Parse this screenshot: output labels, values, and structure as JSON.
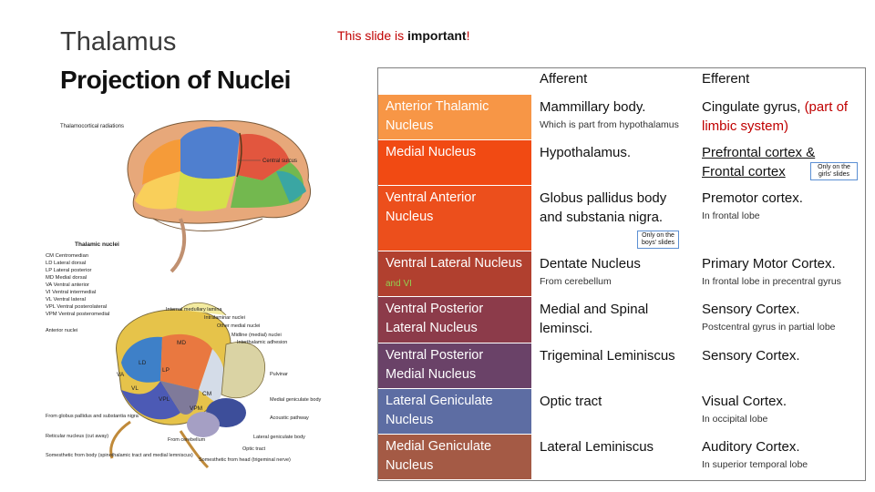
{
  "slide": {
    "title": "Thalamus",
    "subtitle": "Projection of Nuclei",
    "note_prefix": "This slide is ",
    "note_emphasis": "important",
    "note_suffix": "!"
  },
  "figure": {
    "labels": {
      "radiations": "Thalamocortical radiations",
      "central_sulcus": "Central sulcus",
      "key_title": "Thalamic nuclei",
      "anterior_nuclei": "Anterior nuclei",
      "internal_lamina": "Internal medullary lamina",
      "intralaminar": "Intralaminar nuclei",
      "other_medial": "Other medial nuclei",
      "midline": "Midline (medial) nuclei",
      "interthalamic": "Interthalamic adhesion",
      "pulvinar": "Pulvinar",
      "medial_geniculate": "Medial geniculate body",
      "acoustic": "Acoustic pathway",
      "lateral_geniculate": "Lateral geniculate body",
      "optic_tract": "Optic tract",
      "from_cerebellum": "From cerebellum",
      "globus_pallidus": "From globus pallidus and substantia nigra",
      "reticular": "Reticular nucleus (cut away)",
      "somesthetic_body": "Somesthetic from body (spinothalamic tract and medial lemniscus)",
      "somesthetic_head": "Somesthetic from head (trigeminal nerve)"
    },
    "key": [
      "CM  Centromedian",
      "LD  Lateral dorsal",
      "LP  Lateral posterior",
      "MD  Medial dorsal",
      "VA  Ventral anterior",
      "VI  Ventral intermedial",
      "VL  Ventral lateral",
      "VPL Ventral posterolateral",
      "VPM Ventral posteromedial"
    ],
    "nucleus_marks": [
      "MD",
      "LD",
      "LP",
      "VA",
      "VL",
      "VPL",
      "VPM",
      "CM"
    ]
  },
  "table": {
    "headers": [
      "",
      "Afferent",
      "Efferent"
    ],
    "rows": [
      {
        "nucleus": "Anterior Thalamic Nucleus",
        "nucleus_color": "#f79646",
        "afferent": "Mammillary body.",
        "afferent_sub": "Which is part from hypothalamus",
        "efferent": "Cingulate gyrus, ",
        "efferent_red": "(part of limbic system)",
        "efferent_sub": ""
      },
      {
        "nucleus": "Medial Nucleus",
        "nucleus_color": "#f14a13",
        "afferent": "Hypothalamus.",
        "afferent_sub": "",
        "efferent": "Prefrontal cortex & Frontal cortex",
        "efferent_red": "",
        "efferent_sub": "",
        "tag": "Only on the girls' slides"
      },
      {
        "nucleus": "Ventral Anterior Nucleus",
        "nucleus_color": "#ec4f1c",
        "afferent": "Globus pallidus body and substania nigra.",
        "afferent_sub": "",
        "efferent": "Premotor cortex.",
        "efferent_red": "",
        "efferent_sub": "In frontal lobe",
        "tag": "Only on the boys' slides"
      },
      {
        "nucleus": "Ventral Lateral Nucleus",
        "nucleus_suffix": "and VI",
        "nucleus_color": "#b1402f",
        "afferent": "Dentate Nucleus",
        "afferent_sub": "From cerebellum",
        "efferent": "Primary Motor Cortex.",
        "efferent_red": "",
        "efferent_sub": "In frontal lobe in precentral gyrus"
      },
      {
        "nucleus": "Ventral Posterior Lateral Nucleus",
        "nucleus_color": "#8c3b4a",
        "afferent": "Medial and Spinal leminsci.",
        "afferent_sub": "",
        "efferent": "Sensory  Cortex.",
        "efferent_red": "",
        "efferent_sub": "Postcentral gyrus in partial lobe"
      },
      {
        "nucleus": "Ventral Posterior Medial Nucleus",
        "nucleus_color": "#6a4268",
        "afferent": "Trigeminal Leminiscus",
        "afferent_sub": "",
        "efferent": "Sensory  Cortex.",
        "efferent_red": "",
        "efferent_sub": ""
      },
      {
        "nucleus": "Lateral Geniculate Nucleus",
        "nucleus_color": "#5d6da3",
        "afferent": "Optic tract",
        "afferent_sub": "",
        "efferent": "Visual Cortex.",
        "efferent_red": "",
        "efferent_sub": "In occipital lobe"
      },
      {
        "nucleus": "Medial  Geniculate Nucleus",
        "nucleus_color": "#a45a45",
        "afferent": "Lateral Leminiscus",
        "afferent_sub": "",
        "efferent": "Auditory   Cortex.",
        "efferent_red": "",
        "efferent_sub": "In superior temporal lobe"
      }
    ]
  },
  "colors": {
    "accent_red": "#c00000",
    "tag_border": "#5b8fd3",
    "nucleus_green_suffix": "#92d050"
  }
}
